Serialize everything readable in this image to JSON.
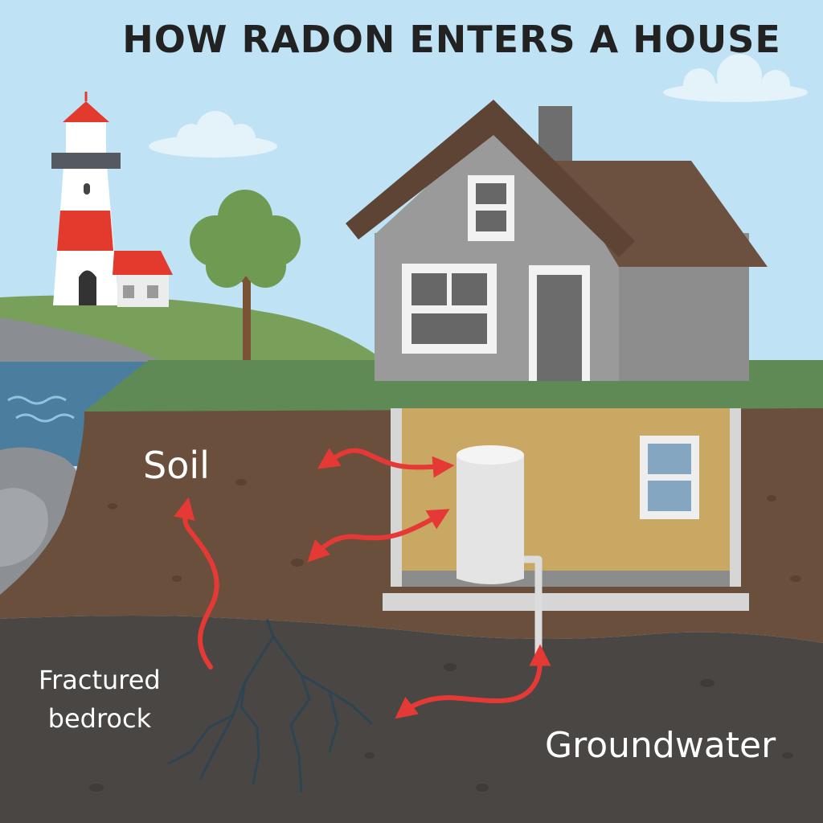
{
  "title": "HOW RADON ENTERS A HOUSE",
  "labels": {
    "soil": "Soil",
    "bedrock_line1": "Fractured",
    "bedrock_line2": "bedrock",
    "groundwater": "Groundwater"
  },
  "colors": {
    "sky": "#bfe3f5",
    "grass": "#5f8a55",
    "soil": "#6a4f3d",
    "bedrock": "#4a4644",
    "radon_arrow": "#e53935",
    "house_wall": "#9a9a9a",
    "roof": "#6d5140",
    "basement": "#c9a864"
  }
}
